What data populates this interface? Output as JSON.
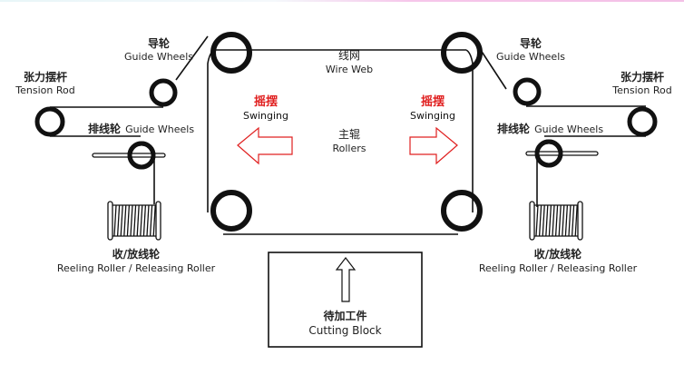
{
  "title": "Wire saw wire path diagram",
  "colors": {
    "line": "#111111",
    "accent_red": "#e02020",
    "text": "#222222"
  },
  "labels": {
    "wire_web": {
      "cn": "线网",
      "en": "Wire Web"
    },
    "rollers": {
      "cn": "主辊",
      "en": "Rollers"
    },
    "swing_left": {
      "cn": "摇摆",
      "en": "Swinging"
    },
    "swing_right": {
      "cn": "摇摆",
      "en": "Swinging"
    },
    "guide_left": {
      "cn": "导轮",
      "en": "Guide Wheels"
    },
    "guide_right": {
      "cn": "导轮",
      "en": "Guide Wheels"
    },
    "tension_left": {
      "cn": "张力摆杆",
      "en": "Tension Rod"
    },
    "tension_right": {
      "cn": "张力摆杆",
      "en": "Tension Rod"
    },
    "traverse_left": {
      "cn": "排线轮",
      "en": "Guide Wheels"
    },
    "traverse_right": {
      "cn": "排线轮",
      "en": "Guide Wheels"
    },
    "spool_left": {
      "cn": "收/放线轮",
      "en": "Reeling Roller / Releasing Roller"
    },
    "spool_right": {
      "cn": "收/放线轮",
      "en": "Reeling Roller / Releasing Roller"
    },
    "cutting_block": {
      "cn": "待加工件",
      "en": "Cutting Block"
    }
  },
  "icons": {
    "swing_left_arrow": "arrow-left-outline",
    "swing_right_arrow": "arrow-right-outline",
    "feed_arrow": "arrow-up-outline"
  }
}
